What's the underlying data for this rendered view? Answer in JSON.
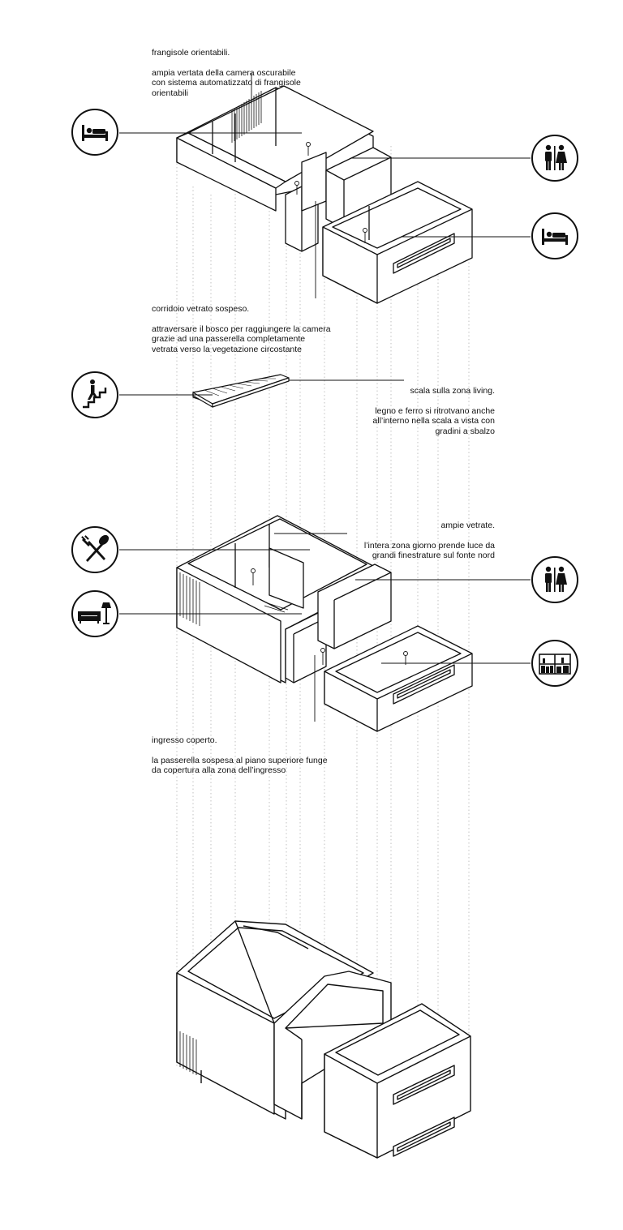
{
  "annotations": {
    "frangisole": {
      "title": "frangisole orientabili.",
      "text": "ampia vertata della camera oscurabile\ncon sistema automatizzato di frangisole\norientabili"
    },
    "corridoio": {
      "title": "corridoio vetrato sospeso.",
      "text": "attraversare il bosco per raggiungere la camera\ngrazie ad una passerella completamente\nvetrata verso la vegetazione circostante"
    },
    "scala": {
      "title": "scala sulla zona living.",
      "text": "legno e ferro si ritrotvano anche\nall’interno nella scala a vista con\ngradini a sbalzo"
    },
    "vetrate": {
      "title": "ampie vetrate.",
      "text": "l’intera zona giorno prende luce da\ngrandi finestrature sul fonte nord"
    },
    "ingresso": {
      "title": "ingresso coperto.",
      "text": "la passerella sospesa al piano superiore funge\nda copertura alla zona dell’ingresso"
    }
  },
  "icons": {
    "bed_upper_left": "bed-icon",
    "toilet_upper": "restroom-icon",
    "bed_upper_right": "bed-icon",
    "stairs": "stairs-icon",
    "dining": "fork-spoon-icon",
    "living": "sofa-lamp-icon",
    "toilet_lower": "restroom-icon",
    "storage": "shelves-icon"
  },
  "colors": {
    "line": "#111111",
    "background": "#ffffff",
    "guide": "#9a9a9a"
  }
}
